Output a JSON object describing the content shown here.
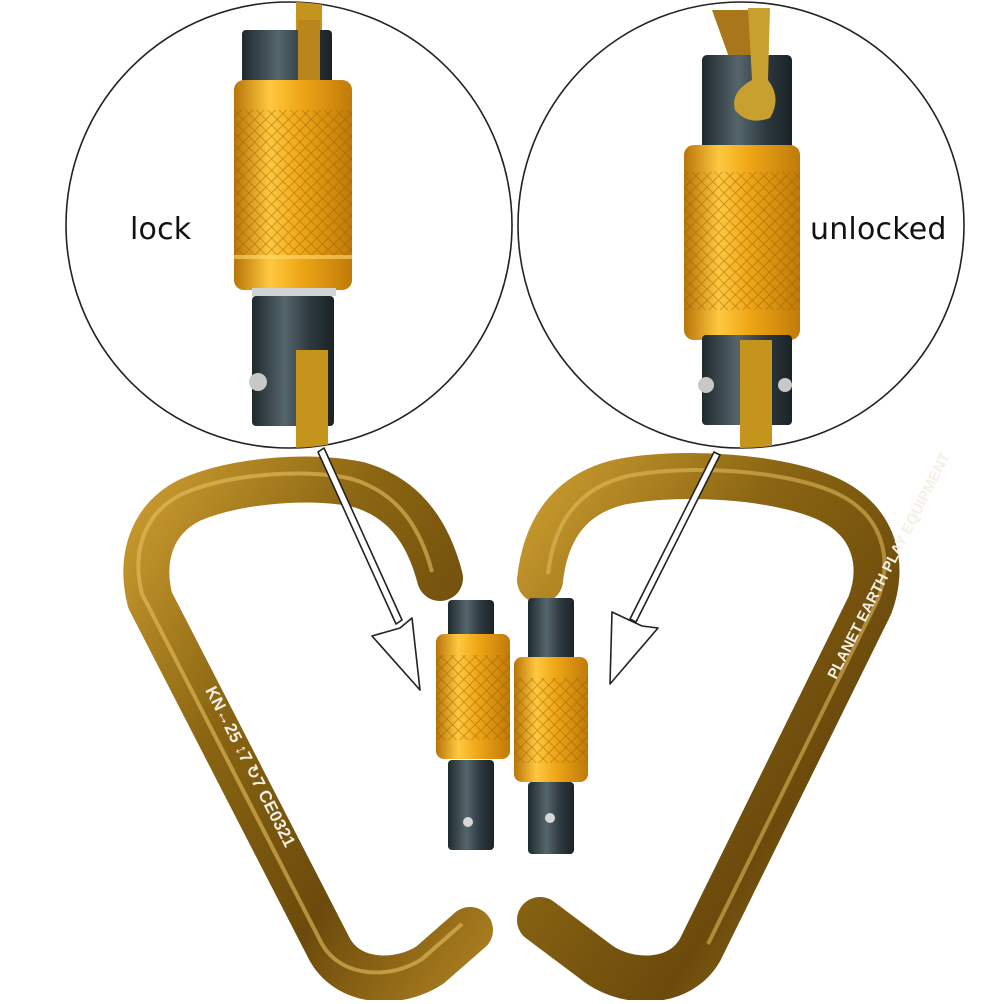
{
  "image": {
    "description": "Product photo of two gold D-shaped screw-gate carabiners side by side with magnified circular insets showing the gate sleeve in locked and unlocked positions",
    "background_color": "#ffffff"
  },
  "insets": [
    {
      "id": "locked",
      "label": "lock",
      "sleeve_position": "down"
    },
    {
      "id": "unlocked",
      "label": "unlocked",
      "sleeve_position": "up"
    }
  ],
  "carabiners": [
    {
      "id": "left",
      "engraving": "KN↔25 ↕7 ↻7 CE0321",
      "engraving_parts": [
        "KN",
        "↔",
        "25",
        "↕",
        "7",
        "↻",
        "7",
        "CE0321"
      ]
    },
    {
      "id": "right",
      "engraving": "PLANET EARTH PLAY EQUIPMENT"
    }
  ],
  "colors": {
    "frame_gold": "#8a6512",
    "frame_highlight": "#d9b24a",
    "frame_shadow": "#4a3308",
    "sleeve_orange": "#e8a010",
    "sleeve_light": "#ffc840",
    "gate_steel": "#3c4a50",
    "outline": "#222222"
  }
}
